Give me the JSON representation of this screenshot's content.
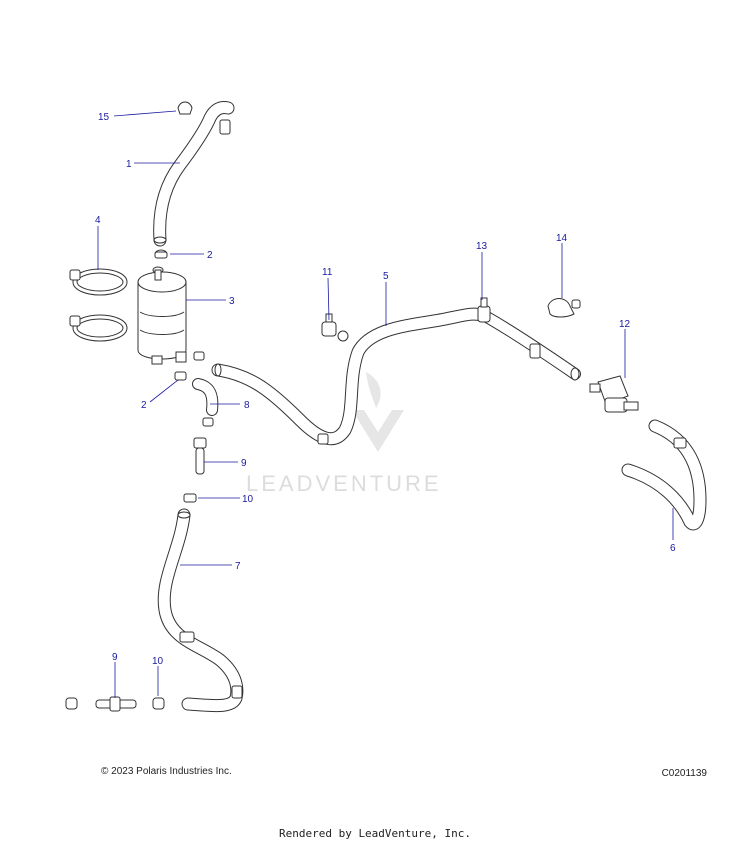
{
  "watermark": {
    "text": "LEADVENTURE"
  },
  "footer": {
    "copyright": "© 2023 Polaris Industries Inc.",
    "drawing_code": "C0201139",
    "rendered_by": "Rendered by LeadVenture, Inc."
  },
  "callouts": {
    "c1": "1",
    "c2a": "2",
    "c2b": "2",
    "c3": "3",
    "c4": "4",
    "c5": "5",
    "c6": "6",
    "c7": "7",
    "c8": "8",
    "c9a": "9",
    "c9b": "9",
    "c10a": "10",
    "c10b": "10",
    "c11": "11",
    "c12": "12",
    "c13": "13",
    "c14": "14",
    "c15": "15"
  }
}
